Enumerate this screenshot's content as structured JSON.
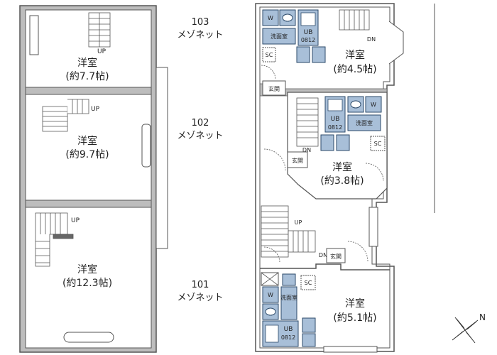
{
  "units": [
    {
      "number": "103",
      "type": "メゾネット"
    },
    {
      "number": "102",
      "type": "メゾネット"
    },
    {
      "number": "101",
      "type": "メゾネット"
    }
  ],
  "upper_floor": {
    "room_103": {
      "name": "洋室",
      "size": "(約7.7帖)",
      "stair": "UP"
    },
    "room_102": {
      "name": "洋室",
      "size": "(約9.7帖)",
      "stair": "UP"
    },
    "room_101": {
      "name": "洋室",
      "size": "(約12.3帖)",
      "stair": "UP"
    }
  },
  "lower_floor": {
    "unit_103": {
      "room_name": "洋室",
      "room_size": "(約4.5帖)",
      "washroom": "洗面室",
      "bath": "UB",
      "bath_size": "0812",
      "closet": "SC",
      "entrance": "玄関",
      "stair": "DN",
      "washer": "W"
    },
    "unit_102": {
      "room_name": "洋室",
      "room_size": "(約3.8帖)",
      "washroom": "洗面室",
      "bath": "UB",
      "bath_size": "0812",
      "closet": "SC",
      "entrance": "玄関",
      "stair": "DN",
      "washer": "W"
    },
    "unit_101": {
      "room_name": "洋室",
      "room_size": "(約5.1帖)",
      "washroom": "洗面室",
      "bath": "UB",
      "bath_size": "0812",
      "closet": "SC",
      "entrance": "玄関",
      "stair_up": "UP",
      "stair_dn": "DN",
      "washer": "W"
    }
  },
  "compass": {
    "label": "N"
  },
  "colors": {
    "wall": "#555555",
    "fixture": "#a8bfd8",
    "fixture_dark": "#2b4a6a",
    "wall_fill": "#bdbdbd"
  }
}
